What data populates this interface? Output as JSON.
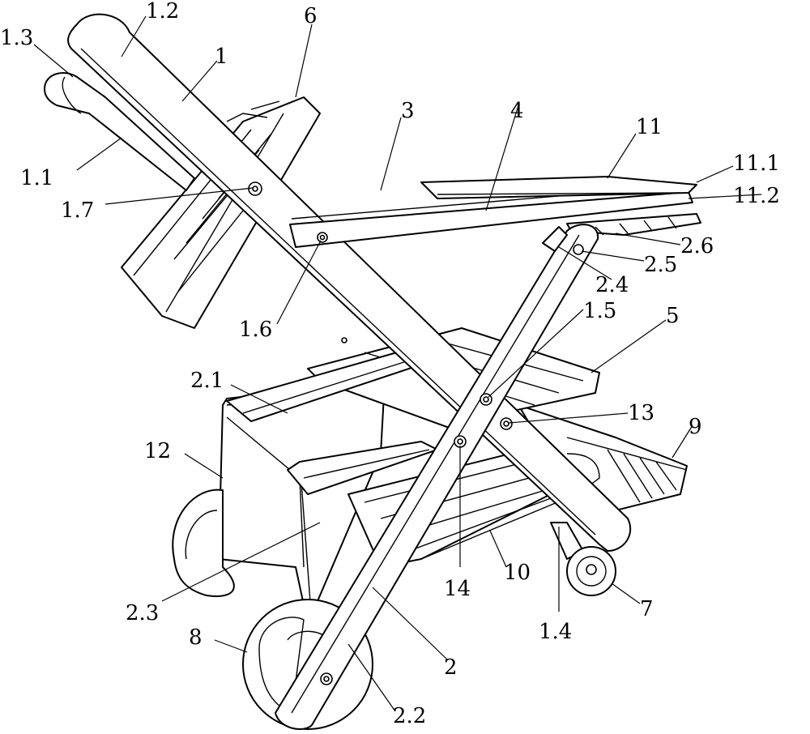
{
  "labels": {
    "l_1_3": "1.3",
    "l_1_2": "1.2",
    "l_1": "1",
    "l_6": "6",
    "l_3": "3",
    "l_4": "4",
    "l_11": "11",
    "l_11_1": "11.1",
    "l_11_2": "11.2",
    "l_1_1": "1.1",
    "l_1_7": "1.7",
    "l_2_6": "2.6",
    "l_2_5": "2.5",
    "l_2_4": "2.4",
    "l_1_6": "1.6",
    "l_1_5": "1.5",
    "l_5": "5",
    "l_2_1": "2.1",
    "l_13": "13",
    "l_9": "9",
    "l_12": "12",
    "l_2_3": "2.3",
    "l_14": "14",
    "l_10": "10",
    "l_7": "7",
    "l_1_4": "1.4",
    "l_8": "8",
    "l_2": "2",
    "l_2_2": "2.2"
  }
}
